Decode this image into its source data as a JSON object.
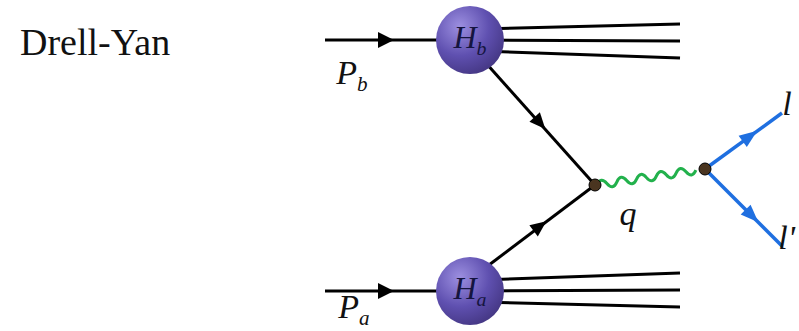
{
  "diagram": {
    "title": "Drell-Yan",
    "nodes": [
      {
        "text": [
          "Hb"
        ]
      },
      {
        "text": [
          "Ha"
        ]
      }
    ],
    "labels": [
      "Pb",
      "q",
      "l",
      "l'",
      "Pa"
    ]
  }
}
